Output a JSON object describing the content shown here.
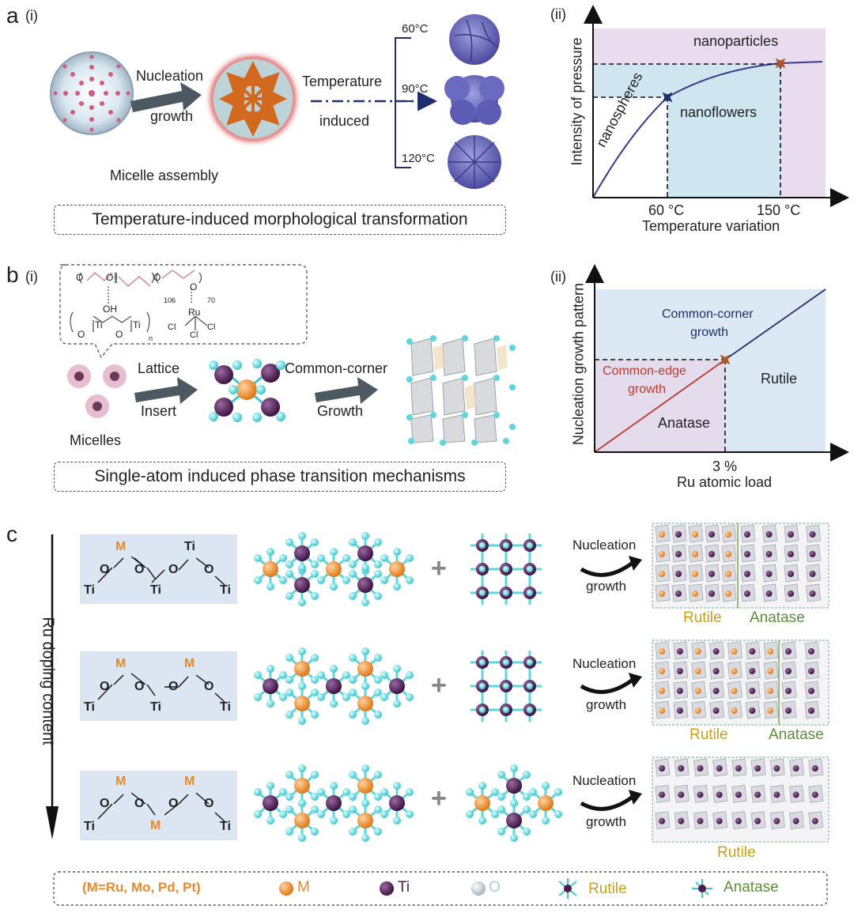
{
  "panel_a": {
    "letter": "a",
    "sub_i": "(i)",
    "sub_ii": "(ii)",
    "nucleation": "Nucleation",
    "growth": "growth",
    "micelle_assembly": "Micelle assembly",
    "temperature": "Temperature",
    "induced": "induced",
    "t60": "60°C",
    "t90": "90°C",
    "t120": "120°C",
    "caption": "Temperature-induced morphological transformation",
    "chart": {
      "ylabel": "Intensity of pressure",
      "xlabel": "Temperature variation",
      "tick1": "60 °C",
      "tick2": "150 °C",
      "region1": "nanospheres",
      "region2": "nanoflowers",
      "region3": "nanoparticles"
    }
  },
  "panel_b": {
    "letter": "b",
    "sub_i": "(i)",
    "sub_ii": "(ii)",
    "lattice": "Lattice",
    "insert": "Insert",
    "common_corner": "Common-corner",
    "growth": "Growth",
    "micelles": "Micelles",
    "caption": "Single-atom induced phase transition mechanisms",
    "chem": {
      "o1": "O",
      "o2": "O",
      "o3": "O",
      "oh": "OH",
      "n106": "106",
      "n70": "70",
      "ru": "Ru",
      "cl1": "Cl",
      "cl2": "Cl",
      "cl3": "Cl",
      "ti1": "Ti",
      "ti2": "Ti",
      "o4": "O",
      "o5": "O",
      "n": "n"
    },
    "chart": {
      "ylabel": "Nucleation growth pattern",
      "xlabel": "Ru atomic load",
      "tick": "3 %",
      "upper_label_1": "Common-corner",
      "upper_label_2": "growth",
      "lower_label_1": "Common-edge",
      "lower_label_2": "growth",
      "rutile": "Rutile",
      "anatase": "Anatase"
    }
  },
  "panel_c": {
    "letter": "c",
    "side_label": "Ru doping content",
    "rows": [
      {
        "chain": [
          "M",
          "O",
          "O",
          "Ti",
          "O",
          "Ti",
          "Ti",
          "Ti"
        ],
        "nucleation": "Nucleation",
        "growth": "growth",
        "phase1": "Rutile",
        "phase2": "Anatase"
      },
      {
        "chain": [
          "M",
          "O",
          "O",
          "M",
          "O",
          "Ti",
          "Ti",
          "Ti"
        ],
        "nucleation": "Nucleation",
        "growth": "growth",
        "phase1": "Rutile",
        "phase2": "Anatase"
      },
      {
        "chain": [
          "M",
          "O",
          "O",
          "M",
          "O",
          "Ti",
          "M",
          "Ti"
        ],
        "nucleation": "Nucleation",
        "growth": "growth",
        "phase1": "Rutile",
        "phase2": ""
      }
    ]
  },
  "legend": {
    "elements": "(M=Ru, Mo, Pd, Pt)",
    "m": "M",
    "ti": "Ti",
    "o": "O",
    "rutile": "Rutile",
    "anatase": "Anatase"
  },
  "colors": {
    "orange": "#e8892a",
    "purple": "#4b1d4f",
    "cyan": "#5fd6dc",
    "navy": "#1f2f6e",
    "light_blue": "#cfe6f1",
    "light_purple": "#e8dcee",
    "rutile_text": "#c9a018",
    "anatase_text": "#5d8e3a",
    "arrow_gray": "#4d5960"
  }
}
